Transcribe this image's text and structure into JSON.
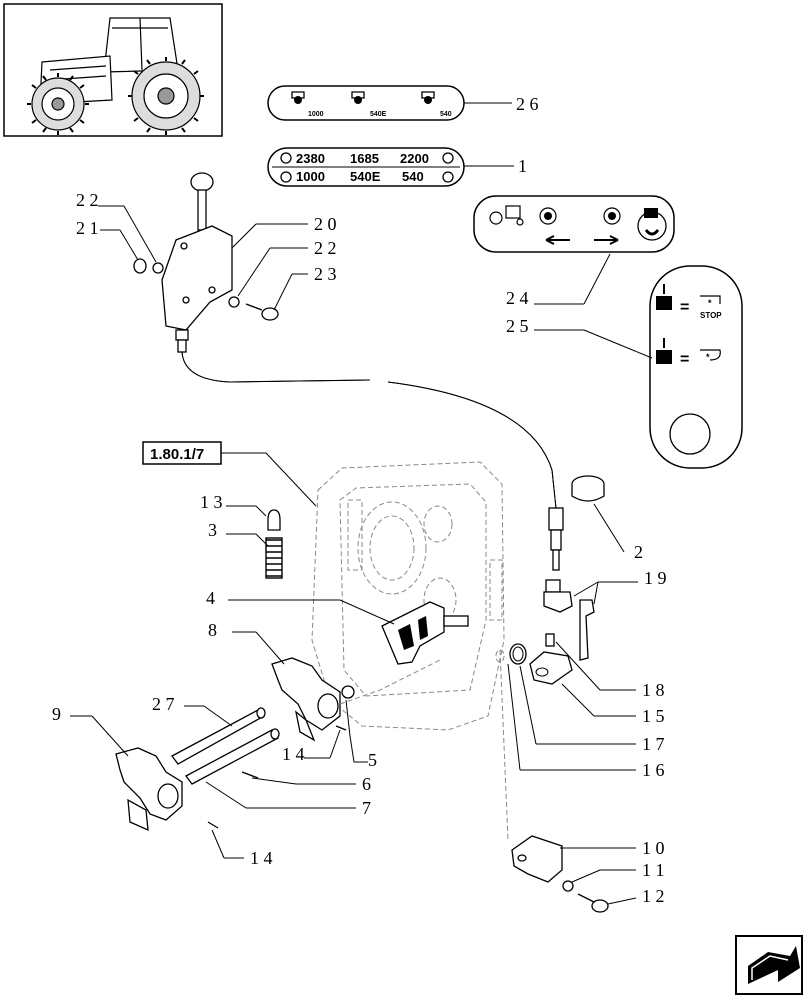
{
  "reference_box": {
    "text": "1.80.1/7"
  },
  "callouts": {
    "c1": "1",
    "c2": "2",
    "c3": "3",
    "c4": "4",
    "c5": "5",
    "c6": "6",
    "c7": "7",
    "c8": "8",
    "c9": "9",
    "c10": "1 0",
    "c11": "1 1",
    "c12": "1 2",
    "c13": "1 3",
    "c14a": "1 4",
    "c14b": "1 4",
    "c15": "1 5",
    "c16": "1 6",
    "c17": "1 7",
    "c18": "1 8",
    "c19": "1 9",
    "c20": "2 0",
    "c21": "2 1",
    "c22a": "2 2",
    "c22b": "2 2",
    "c23": "2 3",
    "c24": "2 4",
    "c25": "2 5",
    "c26": "2 6",
    "c27": "2 7"
  },
  "decal_26": {
    "labels": [
      "1000",
      "540E",
      "540"
    ]
  },
  "decal_1": {
    "row1": [
      "2380",
      "1685",
      "2200"
    ],
    "row2": [
      "1000",
      "540E",
      "540"
    ]
  },
  "decal_25": {
    "stop_label": "STOP"
  },
  "icons": [
    "tractor-thumbnail-icon",
    "pto-icon",
    "next-page-arrow-icon"
  ]
}
